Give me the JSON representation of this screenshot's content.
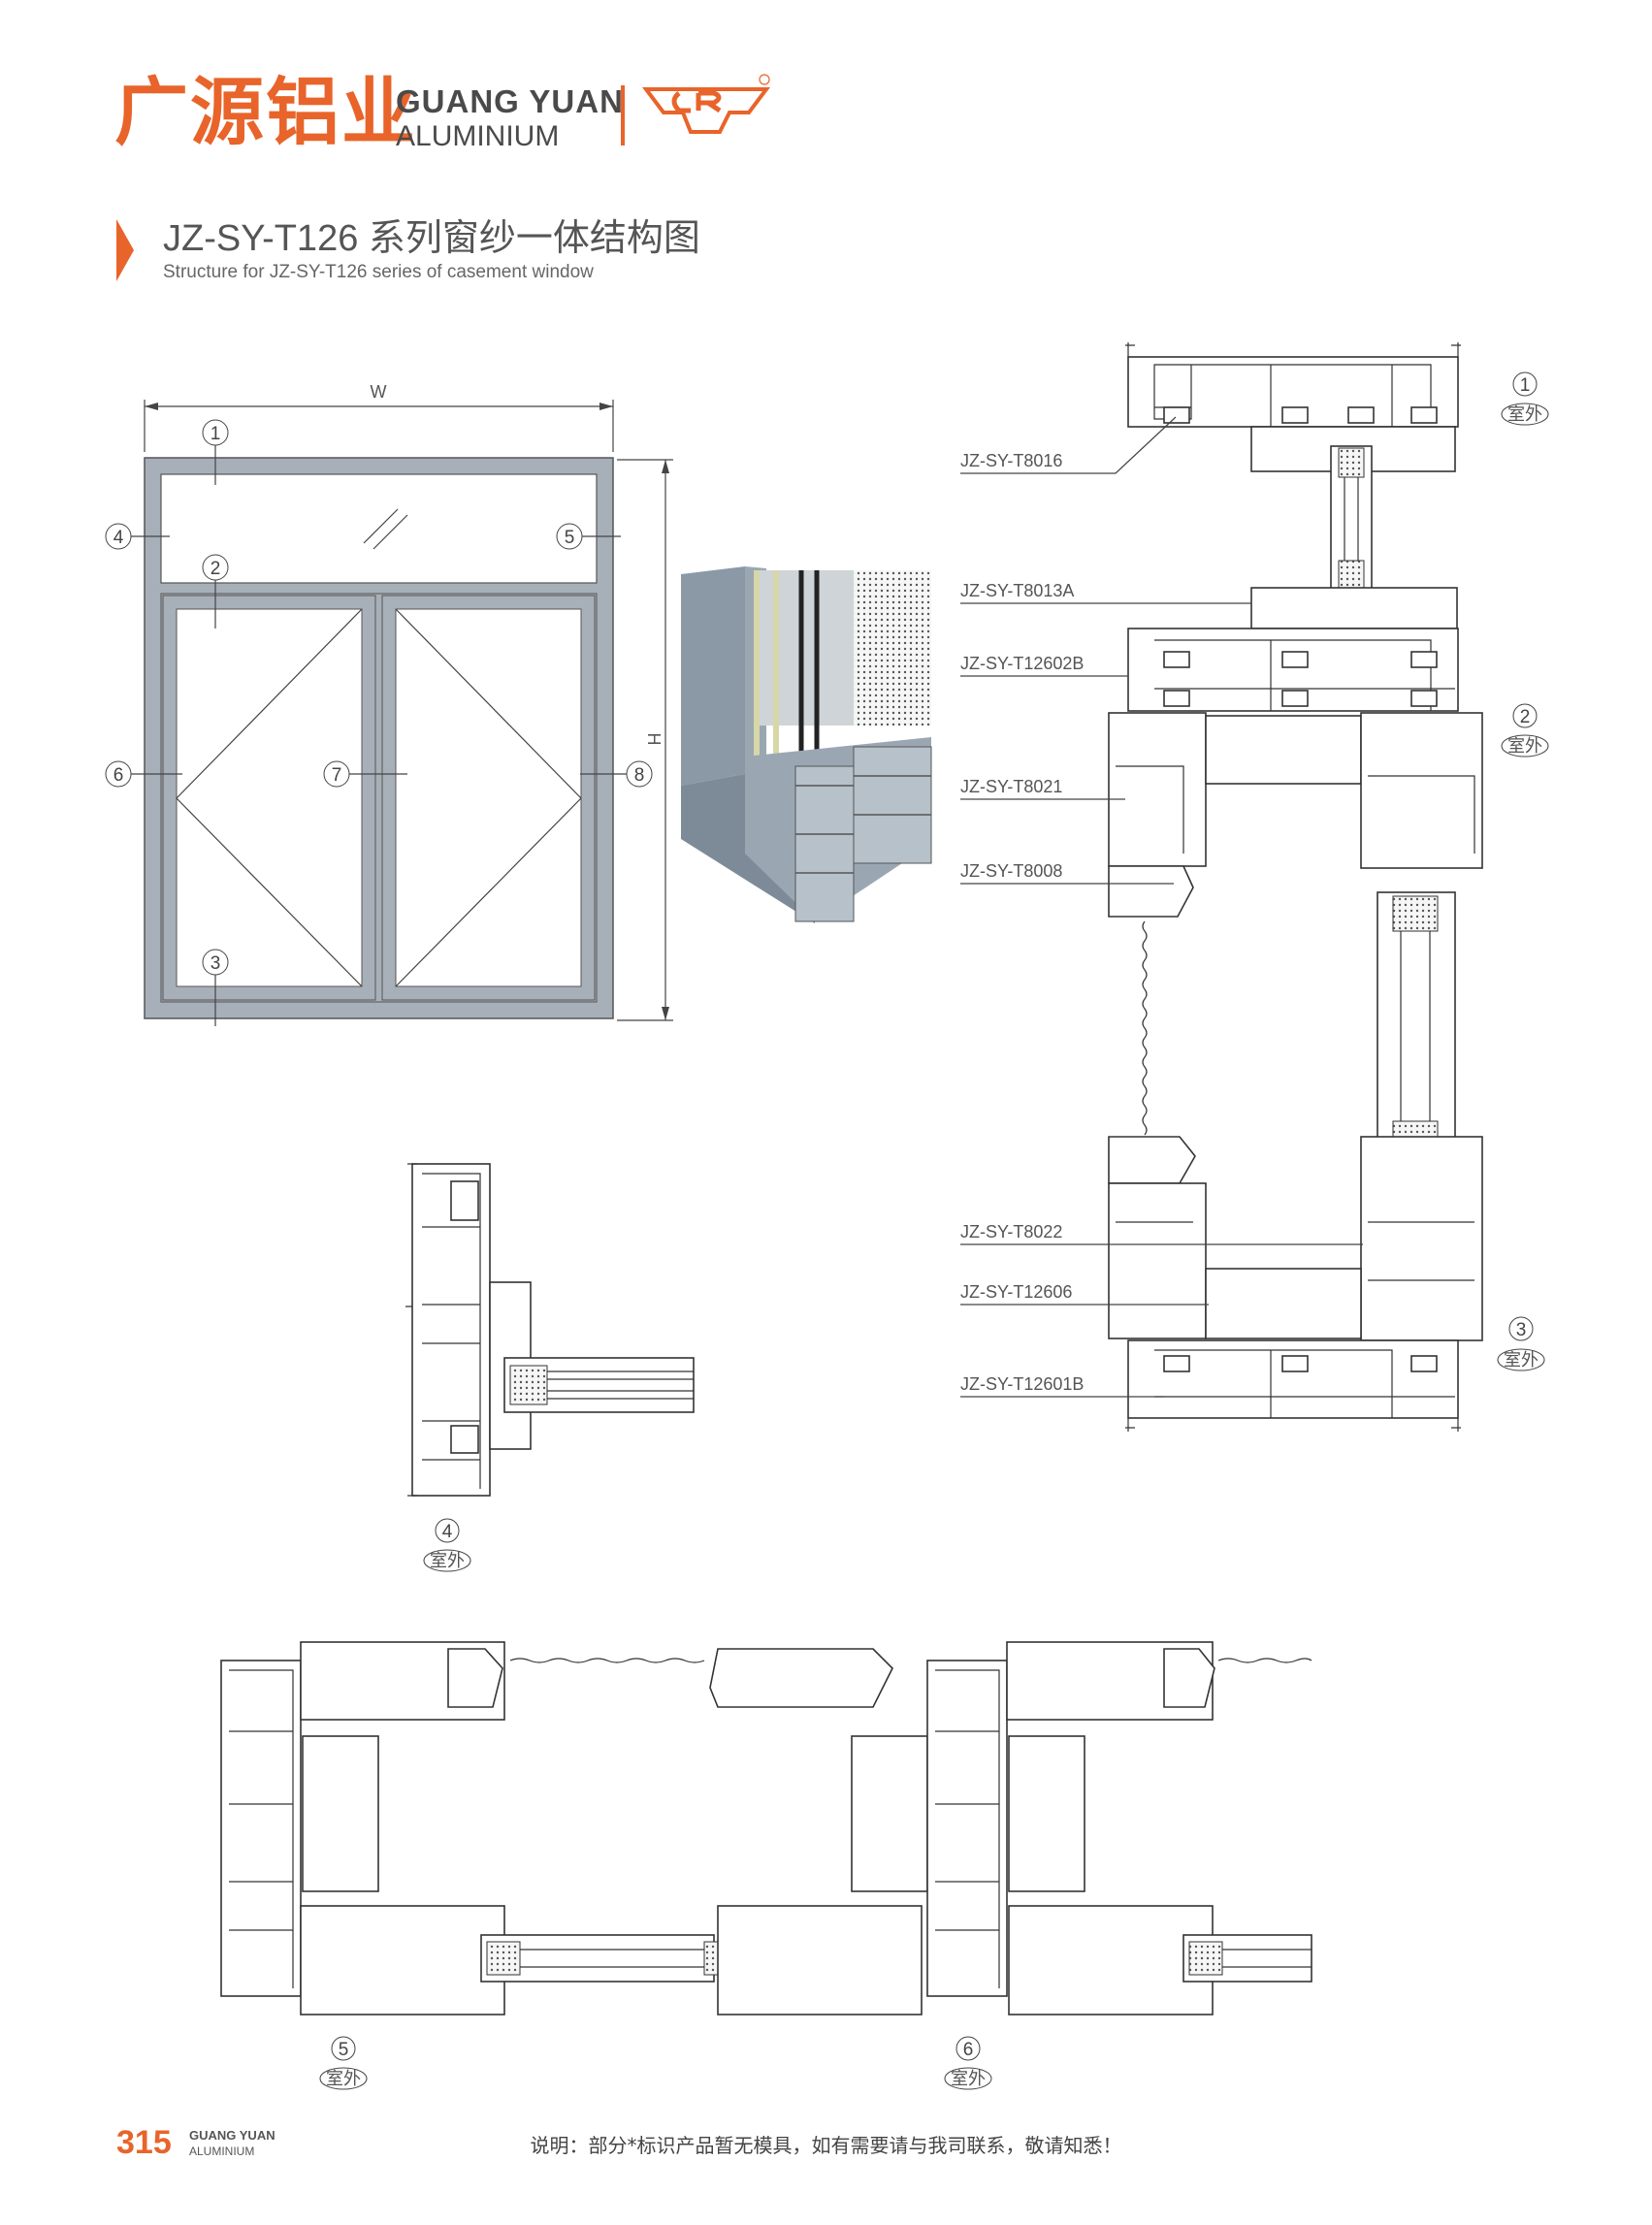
{
  "header": {
    "brand_cn": "广源铝业",
    "brand_en_line1": "GUANG YUAN",
    "brand_en_line2": "ALUMINIUM",
    "accent_color": "#e8642a"
  },
  "title": {
    "main": "JZ-SY-T126 系列窗纱一体结构图",
    "sub": "Structure for JZ-SY-T126 series of casement window"
  },
  "elevation": {
    "width_label": "W",
    "height_label": "H",
    "callouts": [
      "1",
      "2",
      "3",
      "4",
      "5",
      "6",
      "7",
      "8"
    ]
  },
  "sections": {
    "indoor_outdoor_mark": "室外",
    "vertical_callouts": [
      "1",
      "2",
      "3"
    ],
    "side_callout": "4",
    "bottom_callouts": [
      "5",
      "6"
    ]
  },
  "profiles": [
    "JZ-SY-T8016",
    "JZ-SY-T8013A",
    "JZ-SY-T12602B",
    "JZ-SY-T8021",
    "JZ-SY-T8008",
    "JZ-SY-T8022",
    "JZ-SY-T12606",
    "JZ-SY-T12601B"
  ],
  "footer": {
    "page_number": "315",
    "brand_line1": "GUANG YUAN",
    "brand_line2": "ALUMINIUM",
    "note": "说明：部分*标识产品暂无模具，如有需要请与我司联系，敬请知悉！"
  }
}
